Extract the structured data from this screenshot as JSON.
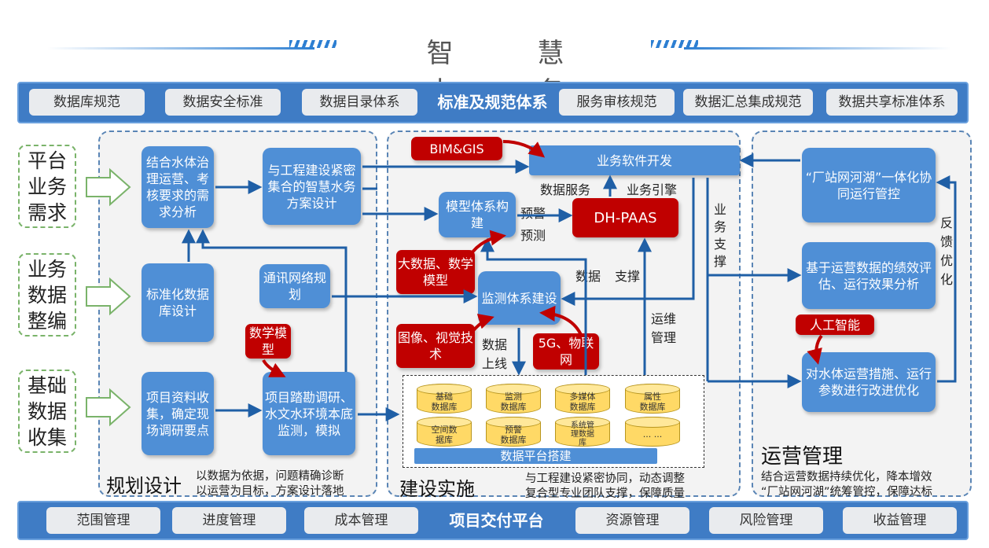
{
  "title": "智  慧  水  务",
  "top_band": {
    "items": [
      "数据库规范",
      "数据安全标准",
      "数据目录体系",
      "服务审核规范",
      "数据汇总集成规范",
      "数据共享标准体系"
    ],
    "title": "标准及规范体系"
  },
  "bottom_band": {
    "items": [
      "范围管理",
      "进度管理",
      "成本管理",
      "资源管理",
      "风险管理",
      "收益管理"
    ],
    "title": "项目交付平台"
  },
  "left_needs": [
    "平台\n业务\n需求",
    "业务\n数据\n整编",
    "基础\n数据\n收集"
  ],
  "planning": {
    "boxes": {
      "governance": "结合水体治理运营、考核要求的需求分析",
      "scheme": "与工程建设紧密集合的智慧水务方案设计",
      "db_design": "标准化数据库设计",
      "network": "通讯网络规划",
      "collect": "项目资料收集，确定现场调研要点",
      "survey": "项目踏勘调研、水文水环境本底监测，模拟",
      "math_model": "数学模型"
    },
    "name": "规划设计",
    "desc": "以数据为依据，问题精确诊断\n以运营为目标，方案设计落地"
  },
  "construction": {
    "bim": "BIM&GIS",
    "software": "业务软件开发",
    "model_system": "模型体系构建",
    "paas": "DH-PAAS",
    "bigdata": "大数据、数学模型",
    "monitor": "监测体系建设",
    "image": "图像、视觉技术",
    "iot": "5G、物联网",
    "labels": {
      "data_service": "数据服务",
      "biz_engine": "业务引擎",
      "warn": "预警",
      "predict": "预测",
      "data": "数据",
      "support": "支撑",
      "ops": "运维\n管理",
      "data_up": "数据\n上线",
      "biz_support": "业\n务\n支\n撑"
    },
    "databases": [
      "基础\n数据库",
      "监测\n数据库",
      "多媒体\n数据库",
      "属性\n数据库",
      "空间数\n据库",
      "预警\n数据库",
      "系统管\n理数据\n库",
      "... ..."
    ],
    "platform": "数据平台搭建",
    "name": "建设实施",
    "desc": "与工程建设紧密协同，动态调整\n复合型专业团队支撑，保障质量"
  },
  "operation": {
    "coop": "“厂站网河湖”一体化协同运行管控",
    "eval": "基于运营数据的绩效评估、运行效果分析",
    "ai": "人工智能",
    "optimize": "对水体运营措施、运行参数进行改进优化",
    "feedback": "反\n馈\n优\n化",
    "name": "运营管理",
    "desc": "结合运营数据持续优化，降本增效\n“厂站网河湖”统筹管控，保障达标"
  }
}
